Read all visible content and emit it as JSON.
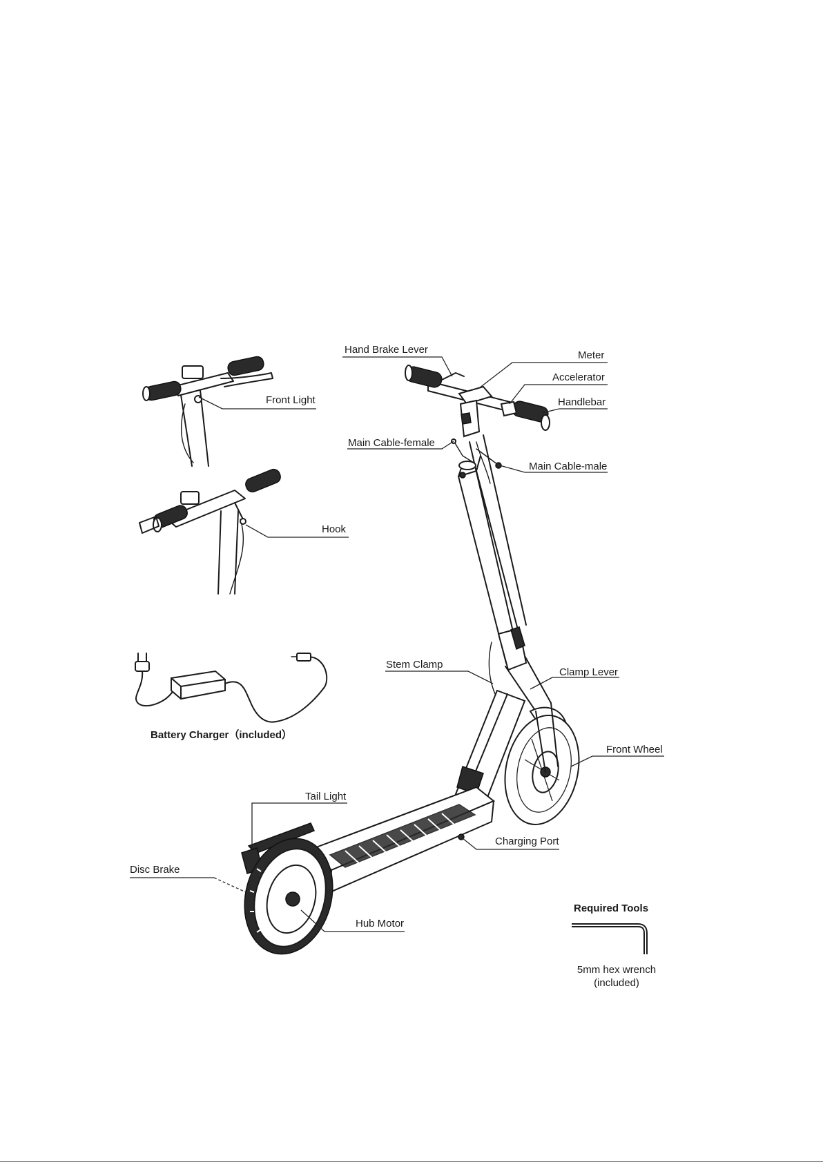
{
  "labels": {
    "hand_brake_lever": "Hand Brake Lever",
    "meter": "Meter",
    "accelerator": "Accelerator",
    "handlebar": "Handlebar",
    "front_light": "Front Light",
    "main_cable_female": "Main Cable-female",
    "main_cable_male": "Main Cable-male",
    "hook": "Hook",
    "stem_clamp": "Stem Clamp",
    "clamp_lever": "Clamp Lever",
    "front_wheel": "Front Wheel",
    "tail_light": "Tail Light",
    "charging_port": "Charging Port",
    "disc_brake": "Disc Brake",
    "hub_motor": "Hub Motor"
  },
  "charger": {
    "caption": "Battery Charger（included）"
  },
  "tools": {
    "heading": "Required Tools",
    "item_line1": "5mm hex wrench",
    "item_line2": "(included)"
  }
}
